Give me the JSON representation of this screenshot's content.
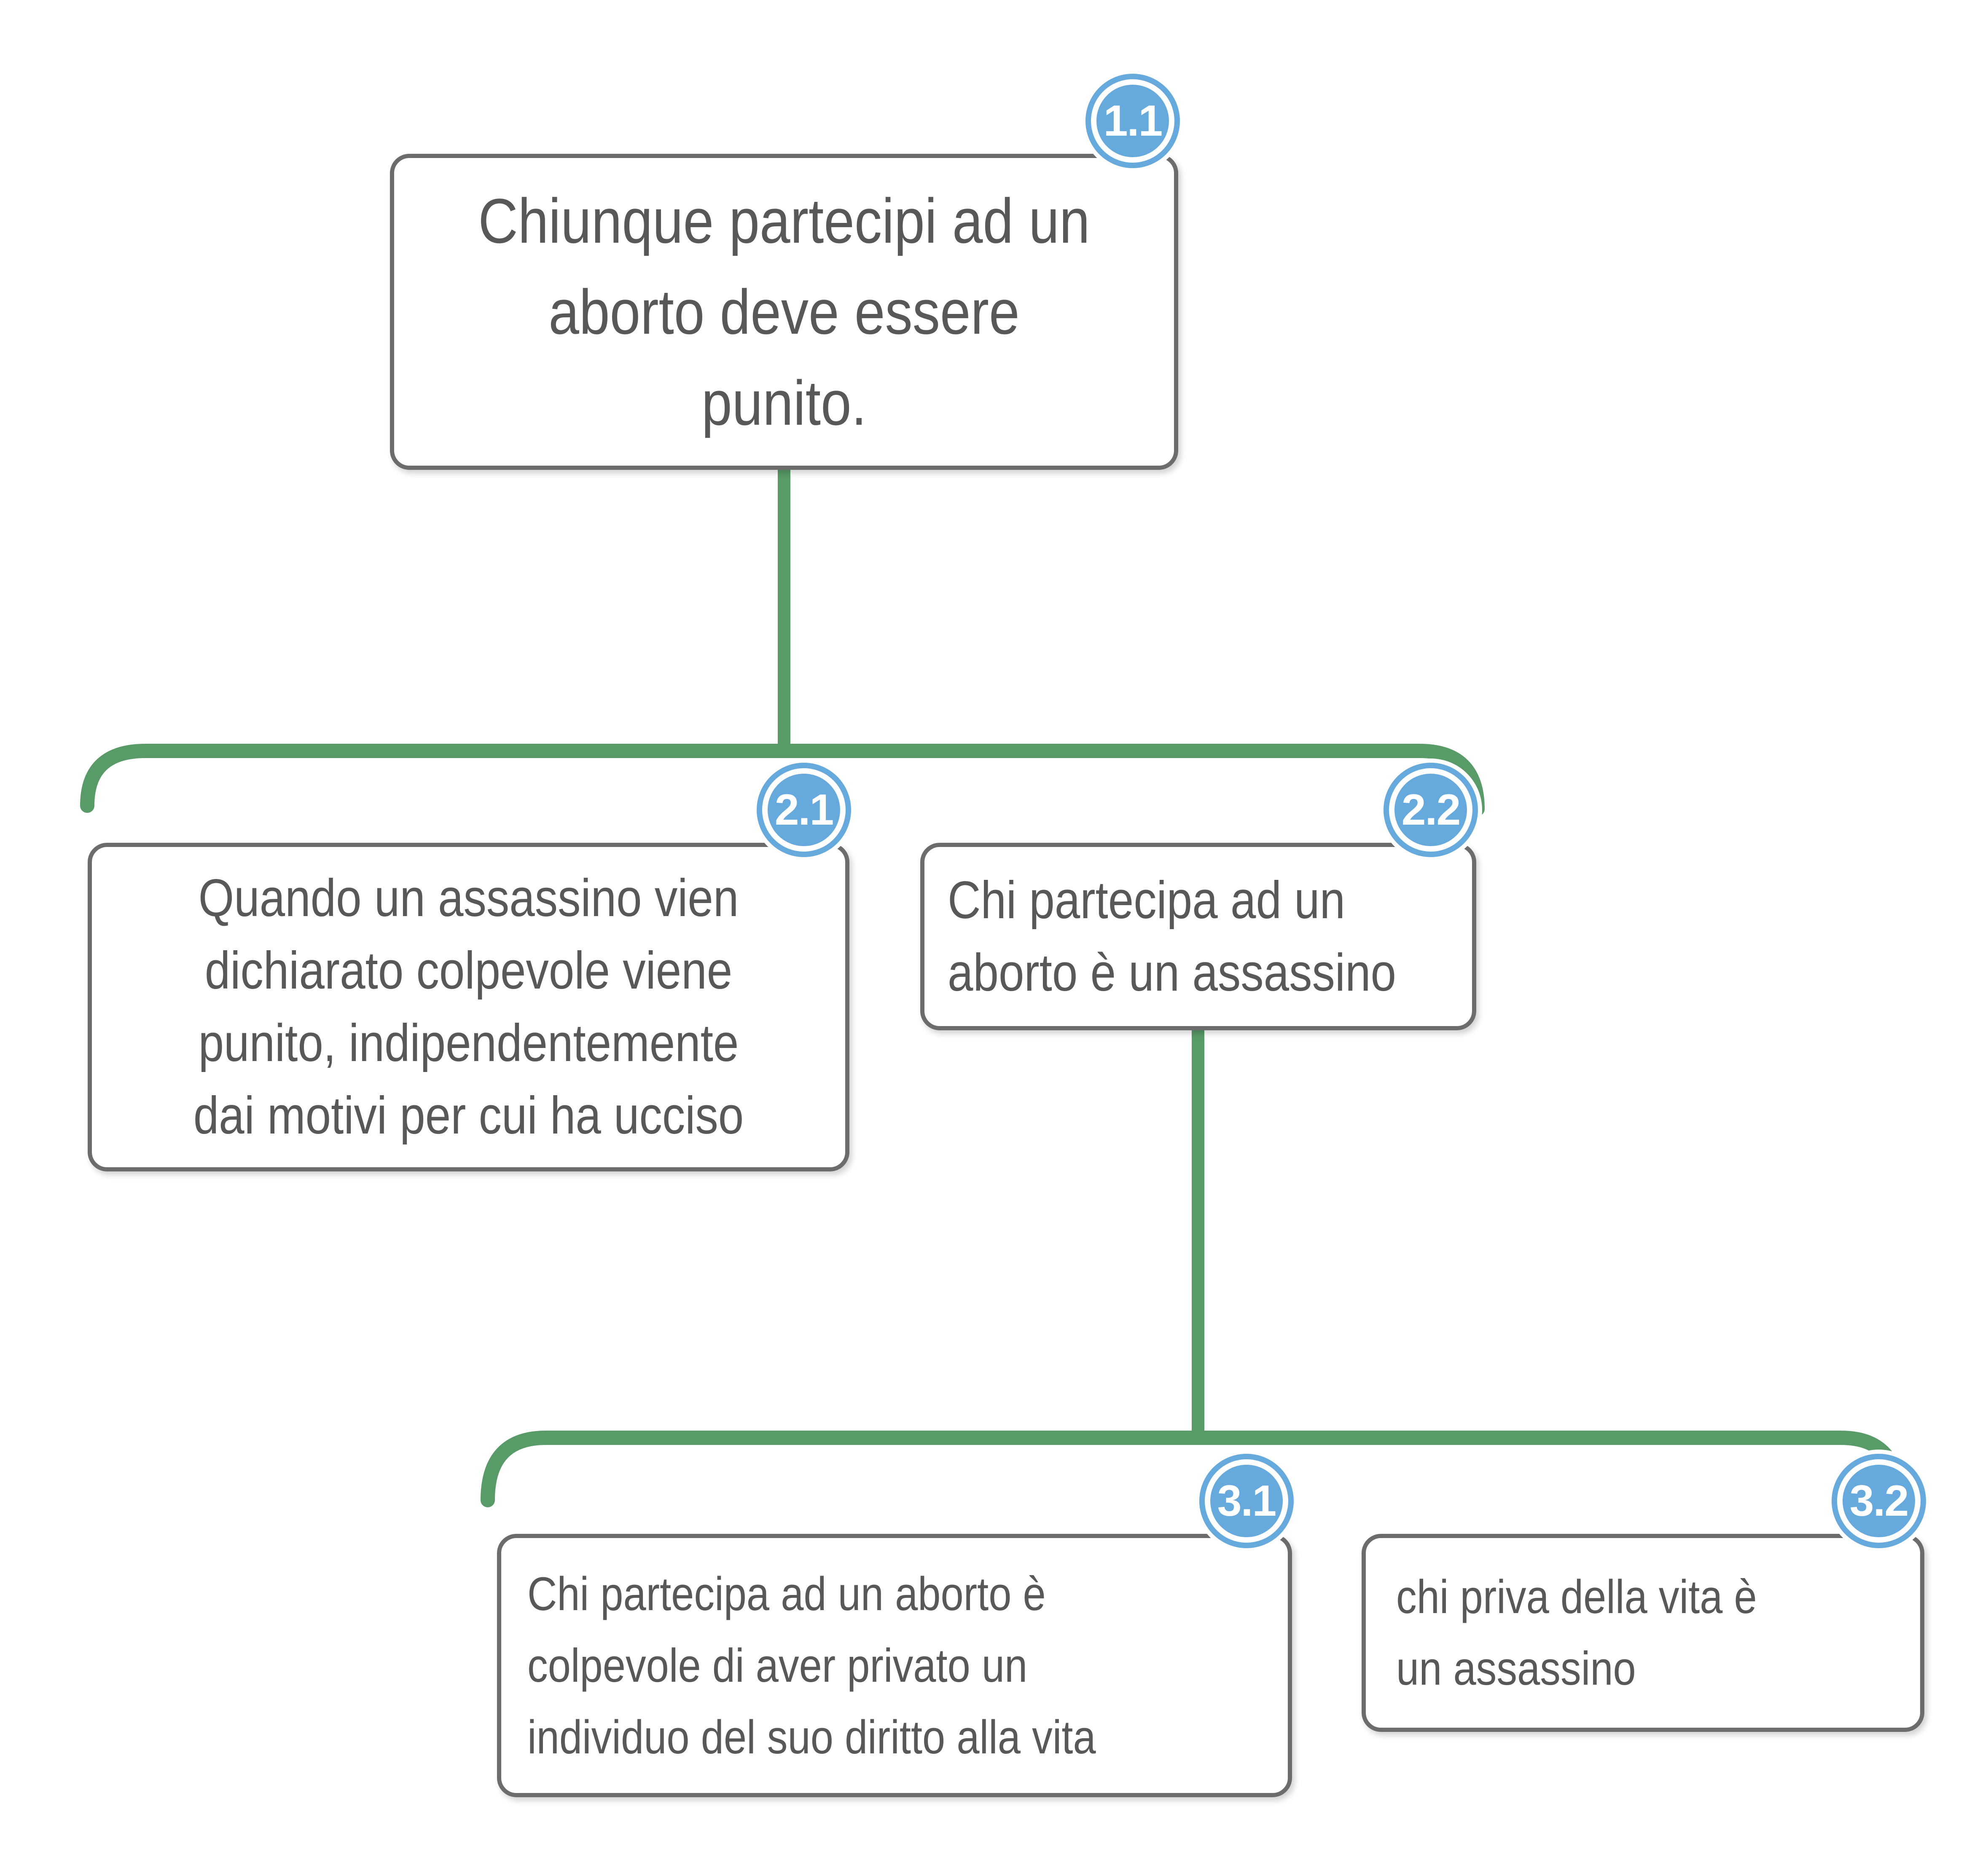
{
  "diagram": {
    "type": "argument-map-tree",
    "colors": {
      "connector": "#599b68",
      "badge_fill": "#66a9dd",
      "badge_text": "#ffffff",
      "box_border": "#6c6c6c",
      "text": "#58585a",
      "background": "#ffffff"
    },
    "nodes": [
      {
        "id": "1.1",
        "badge": "1.1",
        "align": "center",
        "text": "Chiunque partecipi ad un aborto deve essere punito.",
        "lines": [
          "Chiunque partecipi ad un",
          "aborto deve essere",
          "punito."
        ]
      },
      {
        "id": "2.1",
        "badge": "2.1",
        "align": "center",
        "text": "Quando un assassino vien dichiarato colpevole viene punito, indipendentemente dai motivi per cui ha ucciso",
        "lines": [
          "Quando un assassino vien",
          "dichiarato colpevole viene",
          "punito, indipendentemente",
          "dai motivi per cui ha ucciso"
        ]
      },
      {
        "id": "2.2",
        "badge": "2.2",
        "align": "left",
        "text": "Chi partecipa ad un aborto è un assassino",
        "lines": [
          "Chi partecipa ad un",
          "aborto è un assassino"
        ]
      },
      {
        "id": "3.1",
        "badge": "3.1",
        "align": "left",
        "text": "Chi partecipa ad un aborto è colpevole di aver privato un individuo del suo diritto alla vita",
        "lines": [
          "Chi partecipa ad un aborto è",
          "colpevole di aver privato un",
          "individuo del suo diritto alla vita"
        ]
      },
      {
        "id": "3.2",
        "badge": "3.2",
        "align": "left",
        "text": "chi priva della vita è un assassino",
        "lines": [
          "chi priva della vita è",
          "un assassino"
        ]
      }
    ],
    "edges": [
      {
        "from": "1.1",
        "to": [
          "2.1",
          "2.2"
        ]
      },
      {
        "from": "2.2",
        "to": [
          "3.1",
          "3.2"
        ]
      }
    ]
  }
}
